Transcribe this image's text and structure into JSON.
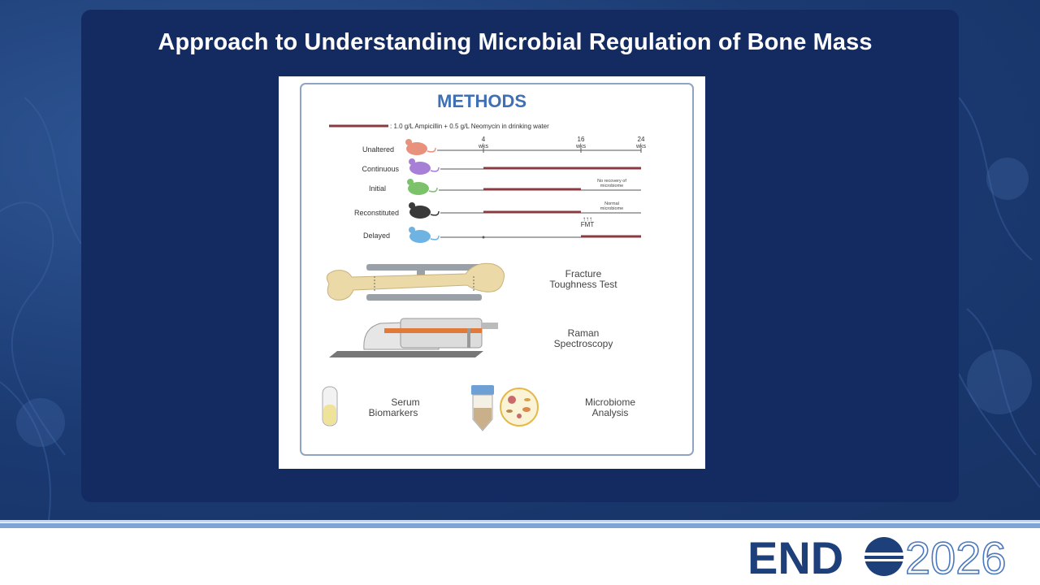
{
  "slide": {
    "title": "Approach to Understanding Microbial Regulation of Bone Mass"
  },
  "figure": {
    "heading": "METHODS",
    "legend_text": ": 1.0 g/L Ampicillin + 0.5 g/L Neomycin in drinking water",
    "timepoints": [
      {
        "value": "4",
        "unit": "wks"
      },
      {
        "value": "16",
        "unit": "wks"
      },
      {
        "value": "24",
        "unit": "wks"
      }
    ],
    "groups": [
      {
        "label": "Unaltered",
        "color": "#e8917c"
      },
      {
        "label": "Continuous",
        "color": "#a77fd6"
      },
      {
        "label": "Initial",
        "color": "#7cc26a"
      },
      {
        "label": "Reconstituted",
        "color": "#3a3a3a"
      },
      {
        "label": "Delayed",
        "color": "#6fb3e3"
      }
    ],
    "notes": {
      "initial_line1": "No recovery of",
      "initial_line2": "microbiome",
      "reconstituted_line1": "Normal",
      "reconstituted_line2": "microbiome",
      "arrows": "↑↑↑",
      "fmt": "FMT"
    },
    "assays": {
      "fracture_line1": "Fracture",
      "fracture_line2": "Toughness Test",
      "raman_line1": "Raman",
      "raman_line2": "Spectroscopy",
      "serum_line1": "Serum",
      "serum_line2": "Biomarkers",
      "micro_line1": "Microbiome",
      "micro_line2": "Analysis"
    },
    "treatment_color": "#8b3a3f"
  },
  "logo": {
    "part1": "END",
    "part2": "2026",
    "color_dark": "#1d3f7a",
    "color_light": "#4a78c0"
  }
}
